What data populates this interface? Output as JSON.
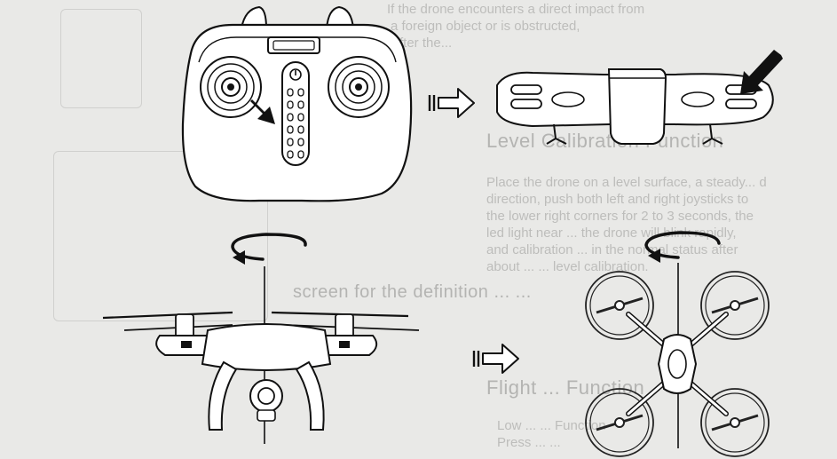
{
  "bleed_text": {
    "lines_top": [
      "If the drone encounters a direct impact from",
      "a foreign object or is obstructed,",
      "After the...",
      "...",
      "..."
    ],
    "heading_1": "Level Calibration Function",
    "lines_mid": [
      "Place the drone on a level surface, a steady... d",
      "direction, push both left and right joysticks to",
      "the lower right corners for 2 to 3 seconds, the",
      "led light near ... the drone will blink rapidly,",
      "and calibration ... in the normal status after",
      "about ... ... level calibration."
    ],
    "lines_lower": [
      "screen for the definition ... ..."
    ],
    "heading_2": "Flight ... Function",
    "lines_bottom": [
      "Low ... ... Function",
      "Press ... ..."
    ]
  }
}
